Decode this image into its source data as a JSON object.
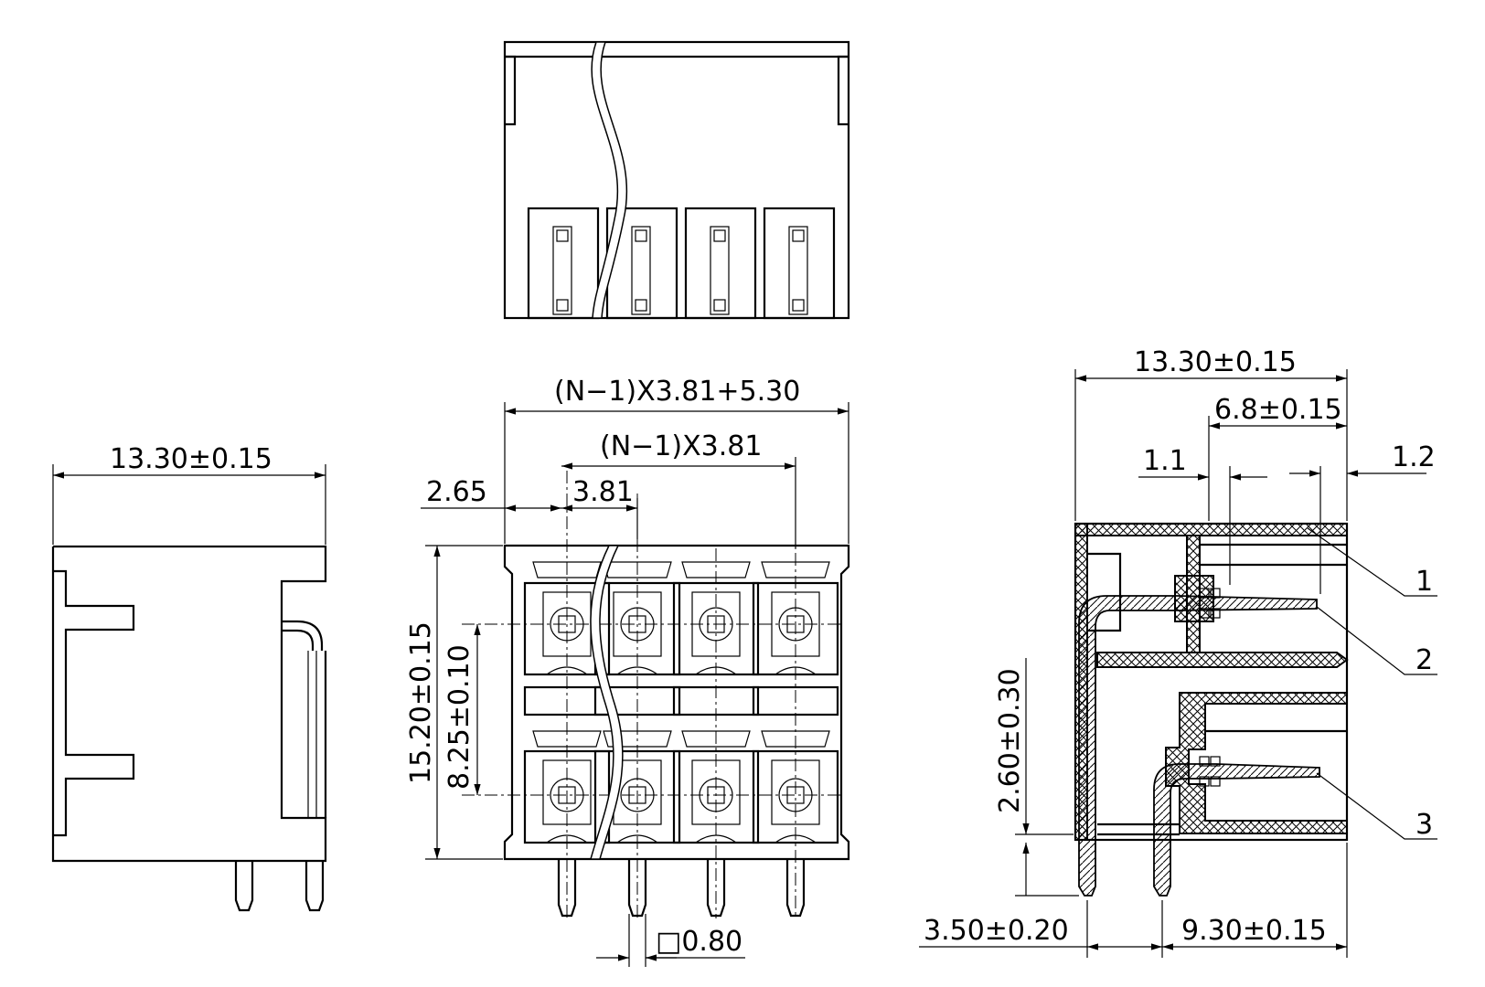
{
  "dimensions": {
    "side_left_width": "13.30±0.15",
    "front_overall": "(N−1)X3.81+5.30",
    "front_pitch_span": "(N−1)X3.81",
    "edge_offset": "2.65",
    "pitch": "3.81",
    "height_total": "15.20±0.15",
    "row_spacing": "8.25±0.10",
    "pin_square": "□0.80",
    "section_width": "13.30±0.15",
    "section_contact_depth": "6.8±0.15",
    "section_small_left": "1.1",
    "section_small_right": "1.2",
    "pin_standoff": "2.60±0.30",
    "pin_offset": "3.50±0.20",
    "pin_to_face": "9.30±0.15"
  },
  "callouts": [
    "1",
    "2",
    "3"
  ],
  "colors": {
    "line": "#000000",
    "background": "#ffffff"
  }
}
